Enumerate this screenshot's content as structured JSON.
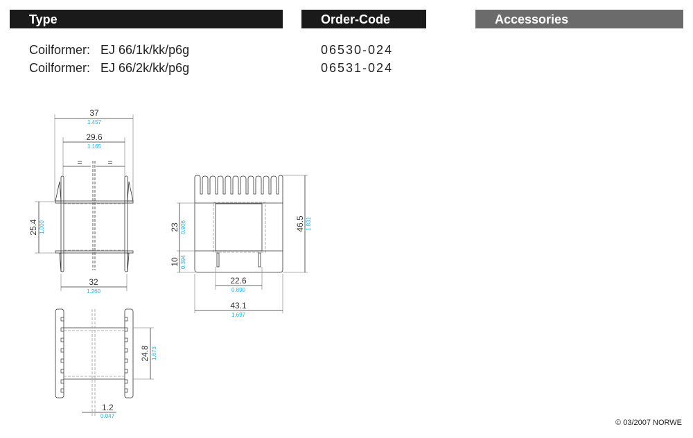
{
  "headers": {
    "type": "Type",
    "order_code": "Order-Code",
    "accessories": "Accessories"
  },
  "colors": {
    "header_dark": "#1a1a1a",
    "header_gray": "#6b6b6b",
    "inch_blue": "#1bb4e6"
  },
  "products": [
    {
      "label": "Coilformer:",
      "type": "EJ 66/1k/kk/p6g",
      "code": "06530-024"
    },
    {
      "label": "Coilformer:",
      "type": "EJ 66/2k/kk/p6g",
      "code": "06531-024"
    }
  ],
  "dims": {
    "w37": {
      "mm": "37",
      "in": "1.457"
    },
    "w29": {
      "mm": "29.6",
      "in": "1.165"
    },
    "eq": "=",
    "h25": {
      "mm": "25.4",
      "in": "1.000"
    },
    "w32": {
      "mm": "32",
      "in": "1.260"
    },
    "h23": {
      "mm": "23",
      "in": "0.906"
    },
    "h10": {
      "mm": "10",
      "in": "0.394"
    },
    "h46": {
      "mm": "46.5",
      "in": "1.831"
    },
    "w22": {
      "mm": "22.6",
      "in": "0.890"
    },
    "w43": {
      "mm": "43.1",
      "in": "1.697"
    },
    "h24": {
      "mm": "24.8",
      "in": "1.673"
    },
    "w1": {
      "mm": "1.2",
      "in": "0.047"
    }
  },
  "copyright": "© 03/2007 NORWE"
}
